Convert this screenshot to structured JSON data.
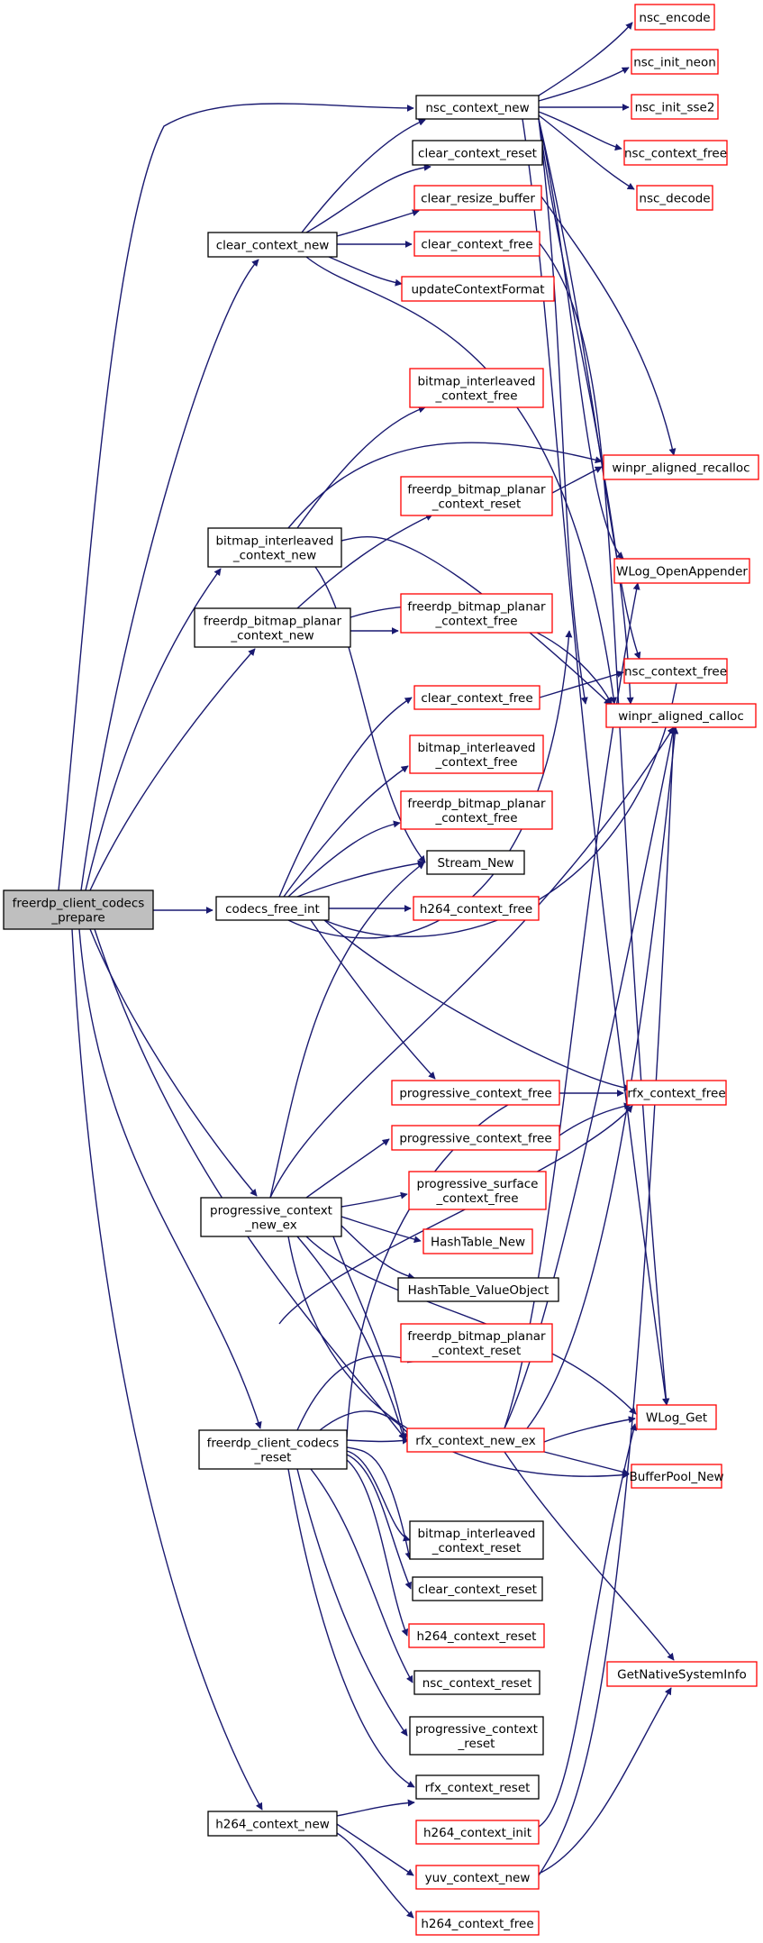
{
  "colors": {
    "edge": "#191970",
    "border_black": "#000000",
    "border_red": "#ff0000",
    "root_fill": "#bfbfbf",
    "node_fill": "#ffffff"
  },
  "nodes": [
    {
      "id": "root",
      "lines": [
        "freerdp_client_codecs",
        "_prepare"
      ],
      "style": "root"
    },
    {
      "id": "clear_context_new",
      "lines": [
        "clear_context_new"
      ],
      "style": "black"
    },
    {
      "id": "bitmap_interleaved_context_new",
      "lines": [
        "bitmap_interleaved",
        "_context_new"
      ],
      "style": "black"
    },
    {
      "id": "freerdp_bitmap_planar_context_new",
      "lines": [
        "freerdp_bitmap_planar",
        "_context_new"
      ],
      "style": "black"
    },
    {
      "id": "codecs_free_int",
      "lines": [
        "codecs_free_int"
      ],
      "style": "black"
    },
    {
      "id": "progressive_context_new_ex",
      "lines": [
        "progressive_context",
        "_new_ex"
      ],
      "style": "black"
    },
    {
      "id": "freerdp_client_codecs_reset",
      "lines": [
        "freerdp_client_codecs",
        "_reset"
      ],
      "style": "black"
    },
    {
      "id": "h264_context_new",
      "lines": [
        "h264_context_new"
      ],
      "style": "black"
    },
    {
      "id": "nsc_context_new",
      "lines": [
        "nsc_context_new"
      ],
      "style": "black"
    },
    {
      "id": "clear_context_reset",
      "lines": [
        "clear_context_reset"
      ],
      "style": "black"
    },
    {
      "id": "clear_resize_buffer",
      "lines": [
        "clear_resize_buffer"
      ],
      "style": "red"
    },
    {
      "id": "clear_context_free_1",
      "lines": [
        "clear_context_free"
      ],
      "style": "red"
    },
    {
      "id": "updateContextFormat",
      "lines": [
        "updateContextFormat"
      ],
      "style": "red"
    },
    {
      "id": "bitmap_interleaved_context_free_1",
      "lines": [
        "bitmap_interleaved",
        "_context_free"
      ],
      "style": "red"
    },
    {
      "id": "freerdp_bitmap_planar_context_reset_1",
      "lines": [
        "freerdp_bitmap_planar",
        "_context_reset"
      ],
      "style": "red"
    },
    {
      "id": "freerdp_bitmap_planar_context_free_1",
      "lines": [
        "freerdp_bitmap_planar",
        "_context_free"
      ],
      "style": "red"
    },
    {
      "id": "clear_context_free_2",
      "lines": [
        "clear_context_free"
      ],
      "style": "red"
    },
    {
      "id": "bitmap_interleaved_context_free_2",
      "lines": [
        "bitmap_interleaved",
        "_context_free"
      ],
      "style": "red"
    },
    {
      "id": "freerdp_bitmap_planar_context_free_2",
      "lines": [
        "freerdp_bitmap_planar",
        "_context_free"
      ],
      "style": "red"
    },
    {
      "id": "Stream_New",
      "lines": [
        "Stream_New"
      ],
      "style": "black"
    },
    {
      "id": "h264_context_free_1",
      "lines": [
        "h264_context_free"
      ],
      "style": "red"
    },
    {
      "id": "progressive_context_free_1",
      "lines": [
        "progressive_context_free"
      ],
      "style": "red"
    },
    {
      "id": "progressive_context_free_2",
      "lines": [
        "progressive_context_free"
      ],
      "style": "red"
    },
    {
      "id": "progressive_surface_context_free",
      "lines": [
        "progressive_surface",
        "_context_free"
      ],
      "style": "red"
    },
    {
      "id": "HashTable_New",
      "lines": [
        "HashTable_New"
      ],
      "style": "red"
    },
    {
      "id": "HashTable_ValueObject",
      "lines": [
        "HashTable_ValueObject"
      ],
      "style": "black"
    },
    {
      "id": "freerdp_bitmap_planar_context_reset_2",
      "lines": [
        "freerdp_bitmap_planar",
        "_context_reset"
      ],
      "style": "red"
    },
    {
      "id": "rfx_context_new_ex",
      "lines": [
        "rfx_context_new_ex"
      ],
      "style": "red"
    },
    {
      "id": "bitmap_interleaved_context_reset",
      "lines": [
        "bitmap_interleaved",
        "_context_reset"
      ],
      "style": "black"
    },
    {
      "id": "clear_context_reset_2",
      "lines": [
        "clear_context_reset"
      ],
      "style": "black"
    },
    {
      "id": "h264_context_reset",
      "lines": [
        "h264_context_reset"
      ],
      "style": "red"
    },
    {
      "id": "nsc_context_reset",
      "lines": [
        "nsc_context_reset"
      ],
      "style": "black"
    },
    {
      "id": "progressive_context_reset",
      "lines": [
        "progressive_context",
        "_reset"
      ],
      "style": "black"
    },
    {
      "id": "rfx_context_reset",
      "lines": [
        "rfx_context_reset"
      ],
      "style": "black"
    },
    {
      "id": "h264_context_init",
      "lines": [
        "h264_context_init"
      ],
      "style": "red"
    },
    {
      "id": "yuv_context_new",
      "lines": [
        "yuv_context_new"
      ],
      "style": "red"
    },
    {
      "id": "h264_context_free_2",
      "lines": [
        "h264_context_free"
      ],
      "style": "red"
    },
    {
      "id": "nsc_encode",
      "lines": [
        "nsc_encode"
      ],
      "style": "red"
    },
    {
      "id": "nsc_init_neon",
      "lines": [
        "nsc_init_neon"
      ],
      "style": "red"
    },
    {
      "id": "nsc_init_sse2",
      "lines": [
        "nsc_init_sse2"
      ],
      "style": "red"
    },
    {
      "id": "nsc_context_free_a",
      "lines": [
        "nsc_context_free"
      ],
      "style": "red"
    },
    {
      "id": "nsc_decode",
      "lines": [
        "nsc_decode"
      ],
      "style": "red"
    },
    {
      "id": "winpr_aligned_recalloc",
      "lines": [
        "winpr_aligned_recalloc"
      ],
      "style": "red"
    },
    {
      "id": "WLog_OpenAppender",
      "lines": [
        "WLog_OpenAppender"
      ],
      "style": "red"
    },
    {
      "id": "nsc_context_free_b",
      "lines": [
        "nsc_context_free"
      ],
      "style": "red"
    },
    {
      "id": "winpr_aligned_calloc",
      "lines": [
        "winpr_aligned_calloc"
      ],
      "style": "red"
    },
    {
      "id": "rfx_context_free",
      "lines": [
        "rfx_context_free"
      ],
      "style": "red"
    },
    {
      "id": "WLog_Get",
      "lines": [
        "WLog_Get"
      ],
      "style": "red"
    },
    {
      "id": "BufferPool_New",
      "lines": [
        "BufferPool_New"
      ],
      "style": "red"
    },
    {
      "id": "GetNativeSystemInfo",
      "lines": [
        "GetNativeSystemInfo"
      ],
      "style": "red"
    }
  ]
}
